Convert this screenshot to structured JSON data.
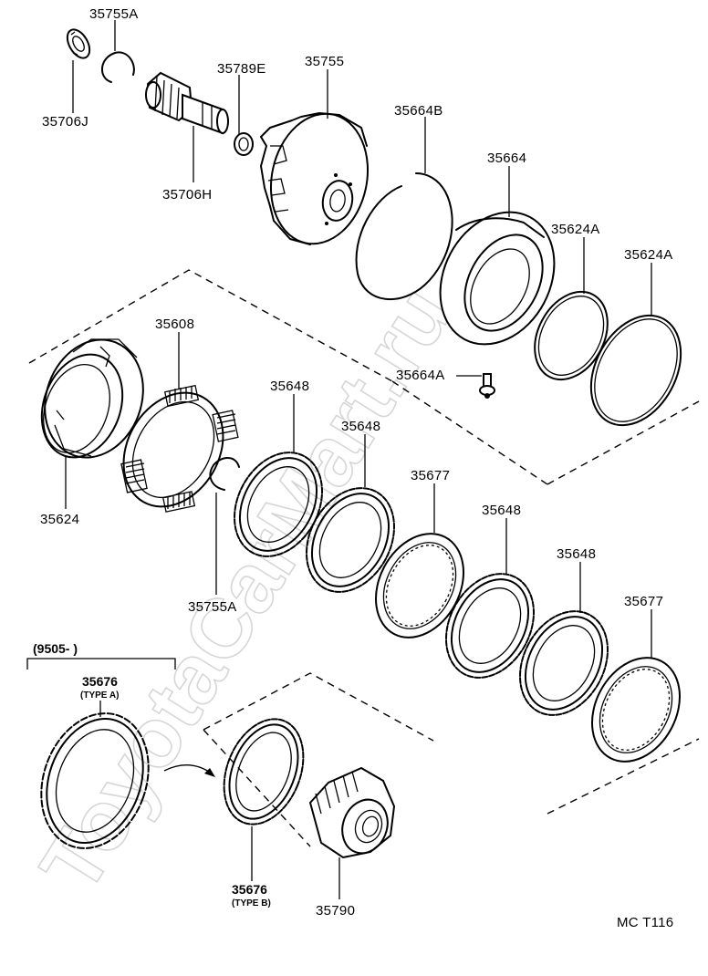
{
  "watermark": "ToyotaCarMart.ru",
  "diagram_code": "MC T116",
  "date_range": "(9505-        )",
  "parts": {
    "p35755A_top": "35755A",
    "p35706J": "35706J",
    "p35789E": "35789E",
    "p35755": "35755",
    "p35706H": "35706H",
    "p35664B": "35664B",
    "p35664": "35664",
    "p35624A_1": "35624A",
    "p35624A_2": "35624A",
    "p35608": "35608",
    "p35664A": "35664A",
    "p35624": "35624",
    "p35648_1": "35648",
    "p35648_2": "35648",
    "p35677_1": "35677",
    "p35755A_mid": "35755A",
    "p35648_3": "35648",
    "p35648_4": "35648",
    "p35677_2": "35677",
    "p35676_a": "35676",
    "type_a": "(TYPE A)",
    "p35676_b": "35676",
    "type_b": "(TYPE B)",
    "p35790": "35790"
  }
}
